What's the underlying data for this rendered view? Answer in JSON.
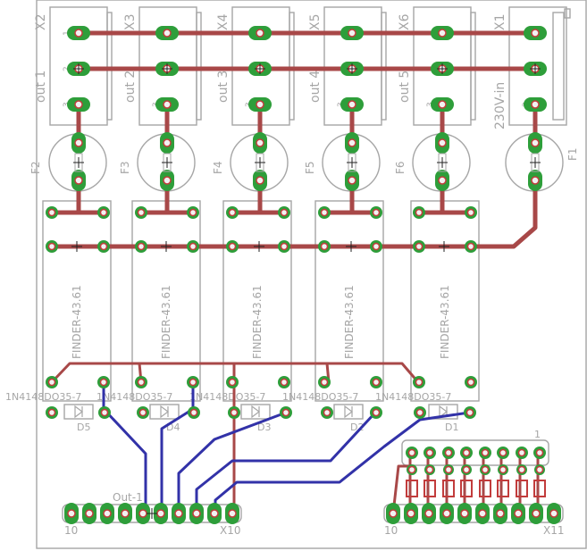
{
  "terminals": [
    {
      "ref": "X2",
      "name": "out 1",
      "pins": [
        "1",
        "2",
        "3"
      ]
    },
    {
      "ref": "X3",
      "name": "out 2",
      "pins": [
        "1",
        "2",
        "3"
      ]
    },
    {
      "ref": "X4",
      "name": "out 3",
      "pins": [
        "1",
        "2",
        "3"
      ]
    },
    {
      "ref": "X5",
      "name": "out 4",
      "pins": [
        "1",
        "2",
        "3"
      ]
    },
    {
      "ref": "X6",
      "name": "out 5",
      "pins": [
        "1",
        "2",
        "3"
      ]
    },
    {
      "ref": "X1",
      "name": "230V-in",
      "pins": [
        "1",
        "2",
        "3"
      ]
    }
  ],
  "fuses": [
    "F2",
    "F3",
    "F4",
    "F5",
    "F6",
    "F1"
  ],
  "relays": [
    {
      "label": "FINDER-43.61"
    },
    {
      "label": "FINDER-43.61"
    },
    {
      "label": "FINDER-43.61"
    },
    {
      "label": "FINDER-43.61"
    },
    {
      "label": "FINDER-43.61"
    }
  ],
  "diodes": [
    {
      "ref": "D5",
      "part": "1N4148DO35-7"
    },
    {
      "ref": "D4",
      "part": "1N4148DO35-7"
    },
    {
      "ref": "D3",
      "part": "1N4148DO35-7"
    },
    {
      "ref": "D2",
      "part": "1N4148DO35-7"
    },
    {
      "ref": "D1",
      "part": "1N4148DO35-7"
    }
  ],
  "connector_out": {
    "name": "Out-1",
    "ref": "X10",
    "pin_first": "10",
    "pins": 10
  },
  "connector_in": {
    "ref": "X11",
    "pin_first": "10",
    "pin_last_label": "1",
    "pins": 10
  },
  "colors": {
    "bottom_trace": "#a84848",
    "top_trace": "#3232a8",
    "pad": "#2e9e3a",
    "silkscreen": "#a6a6a6"
  }
}
